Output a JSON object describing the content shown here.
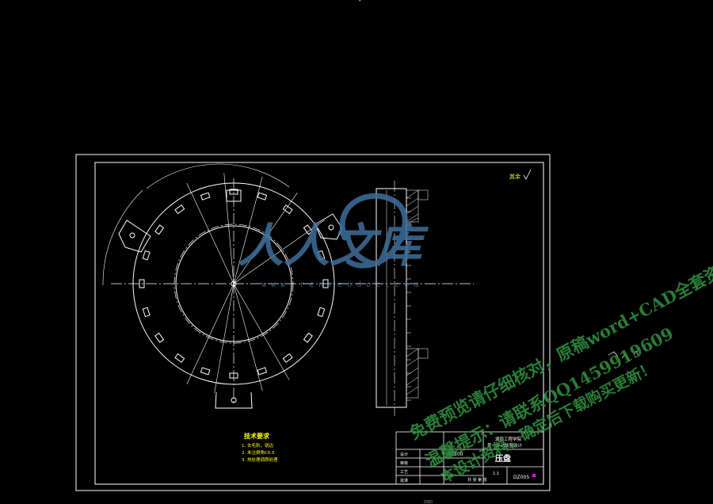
{
  "colors": {
    "background": "#000000",
    "line": "#ffffff",
    "center_line": "#ffffff",
    "annotation": "#ffff00",
    "watermark_blue": "#3f6f9c",
    "watermark_green": "#2e8b3e",
    "magenta": "#ff00ff"
  },
  "top_mark": "ˇ",
  "roughness_note": "其余",
  "technical_requirements": {
    "title": "技术要求",
    "items": [
      "1. 去毛刺，锐边",
      "2. 未注倒角C0.5",
      "3. 热处理调质处理"
    ]
  },
  "title_block": {
    "school_line1": "湖南工程学院",
    "school_line2": "某一传动装置设计",
    "part_name": "压盘",
    "material": "HT200",
    "scale": "1:1",
    "drawing_no": "DZ005",
    "designer_label": "设计",
    "checker_label": "审核",
    "process_label": "工艺",
    "approve_label": "批准",
    "sheet_info": "共 张 第 张"
  },
  "bottom_mark": "□□□",
  "watermark": {
    "logo_text": "人人文库",
    "url": "www.renrendoc.com",
    "green_line1": "免费预览请仔细核对，原稿word+CAD全套资料！",
    "green_line2": "温馨提示：请联系QQ1459919609",
    "green_line3": "本设计资料，确定后下载购买更新！"
  }
}
